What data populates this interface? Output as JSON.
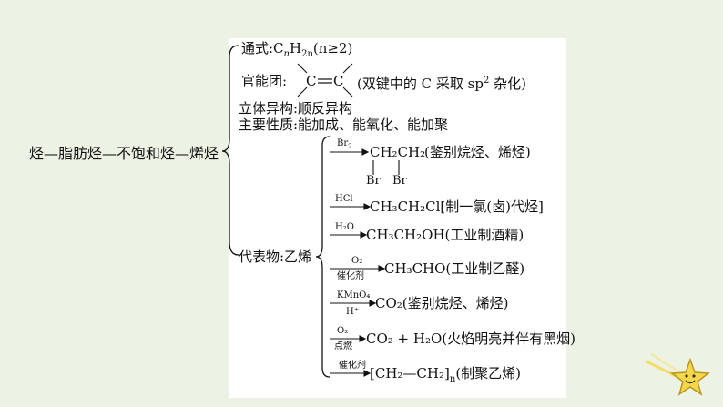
{
  "root": {
    "label": "烃—脂肪烃—不饱和烃—烯烃"
  },
  "general_formula": {
    "prefix": "通式:C",
    "n": "n",
    "h": "H",
    "two_n": "2n",
    "condition": "(n≥2)"
  },
  "functional_group": {
    "label": "官能团:",
    "c_left": "C",
    "c_right": "C",
    "note": "(双键中的 C 采取 sp",
    "note_sup": "2",
    "note_end": " 杂化)"
  },
  "stereo_isomerism": "立体异构:顺反异构",
  "main_properties": "主要性质:能加成、能氧化、能加聚",
  "representative": {
    "label": "代表物:乙烯"
  },
  "reactions": [
    {
      "reagent_top": "Br",
      "reagent_top_sub": "2",
      "product": "CH₂CH₂",
      "note": "(鉴别烷烃、烯烃)",
      "br1": "Br",
      "br2": "Br"
    },
    {
      "reagent_top": "HCl",
      "product": "CH₃CH₂Cl[制一氯(卤)代烃]"
    },
    {
      "reagent_top": "H₂O",
      "product": "CH₃CH₂OH(工业制酒精)"
    },
    {
      "reagent_top": "O₂",
      "reagent_bottom": "催化剂",
      "product": "CH₃CHO(工业制乙醛)"
    },
    {
      "reagent_top": "KMnO₄",
      "reagent_bottom": "H⁺",
      "product": "CO₂(鉴别烷烃、烯烃)"
    },
    {
      "reagent_top": "O₂",
      "reagent_bottom": "点燃",
      "product": "CO₂ + H₂O(火焰明亮并伴有黑烟)"
    },
    {
      "reagent_top": "催化剂",
      "product_bracket": "[CH₂—CH₂]",
      "product_n": "n",
      "note": "(制聚乙烯)"
    }
  ],
  "colors": {
    "background": "#ecf2e4",
    "panel": "#ffffff",
    "star": "#f5d84a",
    "text": "#111111"
  },
  "decoration": {
    "icon": "smiling-star-icon"
  }
}
